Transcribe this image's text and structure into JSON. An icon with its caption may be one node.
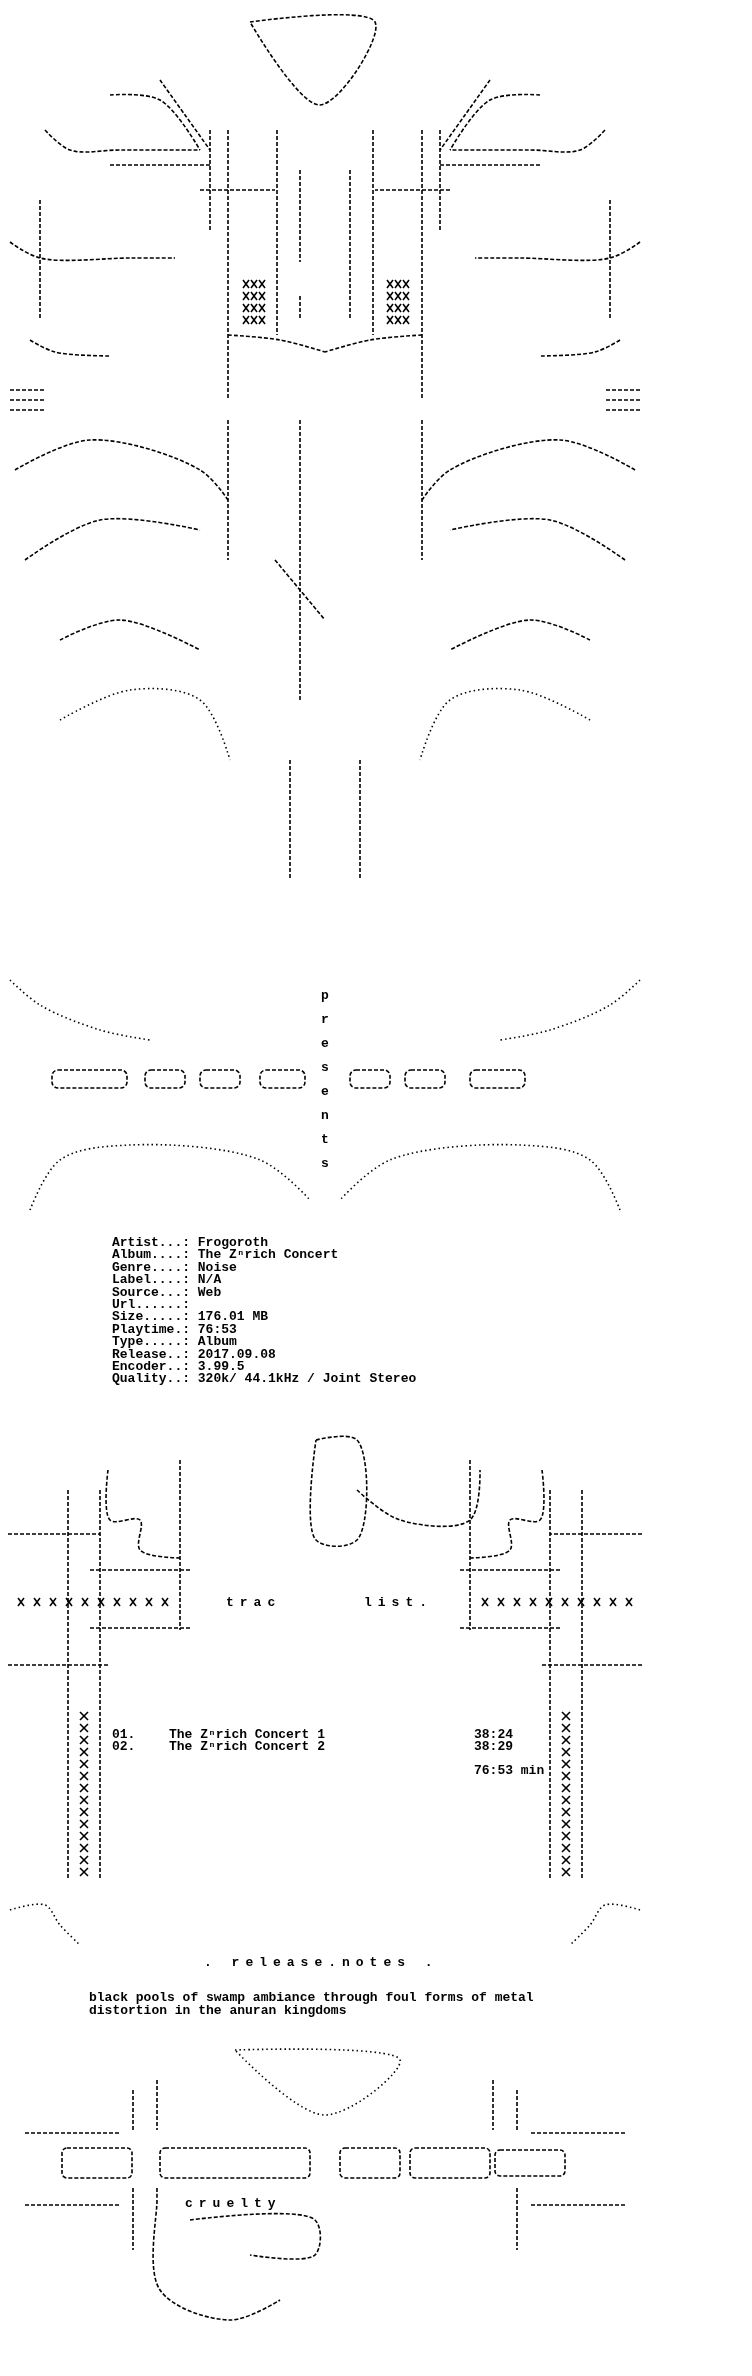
{
  "diagram": {
    "labels": [
      "presents",
      "Artist...: Frogoroth",
      "Album....: The Zⁿrich Concert",
      "Genre....: Noise",
      "Label....: N/A",
      "Source...: Web",
      "Url......:",
      "Size.....: 176.01 MB",
      "Playtime.: 76:53",
      "Type.....: Album",
      "Release..: 2017.09.08",
      "Encoder..: 3.99.5",
      "Quality..: 320k/ 44.1kHz / Joint Stereo",
      "trac",
      "list.",
      "01.",
      "The Zⁿrich Concert 1",
      "38:24",
      "02.",
      "The Zⁿrich Concert 2",
      "38:29",
      "76:53 min",
      ". release.notes .",
      "black pools of swamp ambiance through foul forms of metal distortion in the anuran kingdoms",
      "cruelty"
    ]
  }
}
